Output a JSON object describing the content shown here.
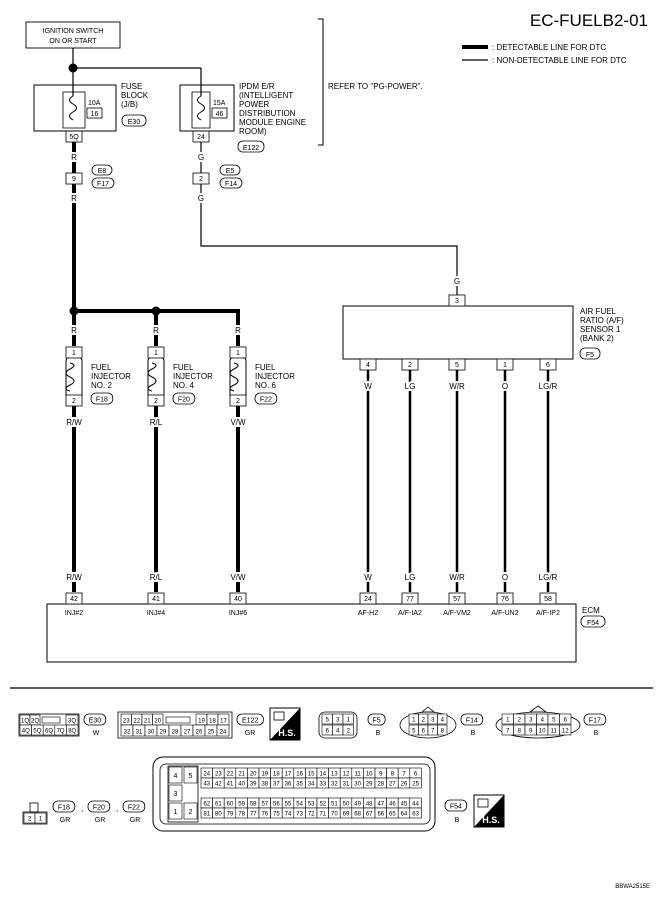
{
  "title": "EC-FUELB2-01",
  "legend": {
    "detectable": ": DETECTABLE LINE FOR DTC",
    "non_detectable": ": NON-DETECTABLE LINE FOR DTC"
  },
  "ignition_switch": {
    "line1": "IGNITION SWITCH",
    "line2": "ON OR START"
  },
  "refer_note": "REFER TO \"PG-POWER\".",
  "fuse_block": {
    "label": [
      "FUSE",
      "BLOCK",
      "(J/B)"
    ],
    "amp": "10A",
    "number": "16",
    "connector": "E30",
    "terminal": "5Q"
  },
  "ipdm": {
    "label": [
      "IPDM E/R",
      "(INTELLIGENT",
      "POWER",
      "DISTRIBUTION",
      "MODULE ENGINE",
      "ROOM)"
    ],
    "amp": "15A",
    "number": "46",
    "terminal": "24",
    "connector": "E122"
  },
  "wires": {
    "r": "R",
    "g": "G",
    "rw": "R/W",
    "rl": "R/L",
    "vw": "V/W",
    "w": "W",
    "lg": "LG",
    "wr": "W/R",
    "o": "O",
    "lgr": "LG/R"
  },
  "joint_left": {
    "terminal": "9",
    "conn_a": "E8",
    "conn_b": "F17"
  },
  "joint_right": {
    "terminal": "2",
    "conn_a": "E5",
    "conn_b": "F14"
  },
  "sensor": {
    "label": [
      "AIR FUEL",
      "RATIO (A/F)",
      "SENSOR 1",
      "(BANK 2)"
    ],
    "connector": "F5",
    "top_terminal": "3",
    "terminals": [
      "4",
      "2",
      "5",
      "1",
      "6"
    ]
  },
  "injectors": [
    {
      "name": [
        "FUEL",
        "INJECTOR",
        "NO. 2"
      ],
      "connector": "F18",
      "top": "1",
      "bottom": "2"
    },
    {
      "name": [
        "FUEL",
        "INJECTOR",
        "NO. 4"
      ],
      "connector": "F20",
      "top": "1",
      "bottom": "2"
    },
    {
      "name": [
        "FUEL",
        "INJECTOR",
        "NO. 6"
      ],
      "connector": "F22",
      "top": "1",
      "bottom": "2"
    }
  ],
  "ecm": {
    "label": "ECM",
    "connector": "F54",
    "terminals": [
      {
        "num": "42",
        "name": "INJ#2"
      },
      {
        "num": "41",
        "name": "INJ#4"
      },
      {
        "num": "40",
        "name": "INJ#6"
      },
      {
        "num": "24",
        "name": "AF-H2"
      },
      {
        "num": "77",
        "name": "A/F-IA2"
      },
      {
        "num": "57",
        "name": "A/F-VM2"
      },
      {
        "num": "76",
        "name": "A/F-UN2"
      },
      {
        "num": "58",
        "name": "A/F-IP2"
      }
    ]
  },
  "connector_views": {
    "e30": {
      "id": "E30",
      "color": "W",
      "top": [
        "1Q",
        "2Q",
        "3Q"
      ],
      "bottom": [
        "4Q",
        "5Q",
        "6Q",
        "7Q",
        "8Q"
      ]
    },
    "e122": {
      "id": "E122",
      "color": "GR",
      "top": [
        "23",
        "22",
        "21",
        "20",
        "19",
        "18",
        "17"
      ],
      "bottom": [
        "32",
        "31",
        "30",
        "29",
        "28",
        "27",
        "26",
        "25",
        "24"
      ]
    },
    "f5": {
      "id": "F5",
      "color": "B",
      "top": [
        "5",
        "3",
        "1"
      ],
      "bottom": [
        "6",
        "4",
        "2"
      ]
    },
    "f14": {
      "id": "F14",
      "color": "B",
      "top": [
        "1",
        "2",
        "3",
        "4"
      ],
      "bottom": [
        "5",
        "6",
        "7",
        "8"
      ]
    },
    "f17": {
      "id": "F17",
      "color": "B",
      "top": [
        "1",
        "2",
        "3",
        "4",
        "5",
        "6"
      ],
      "bottom": [
        "7",
        "8",
        "9",
        "10",
        "11",
        "12"
      ]
    },
    "inj": {
      "ids": [
        "F18",
        "F20",
        "F22"
      ],
      "color": "GR",
      "pins": [
        "2",
        "1"
      ],
      "sep": ","
    },
    "f54": {
      "id": "F54",
      "color": "B",
      "big": [
        "4",
        "5",
        "3",
        "1",
        "2"
      ],
      "rows": [
        [
          "24",
          "23",
          "22",
          "21",
          "20",
          "19",
          "18",
          "17",
          "16",
          "15",
          "14",
          "13",
          "12",
          "11",
          "10",
          "9",
          "8",
          "7",
          "6"
        ],
        [
          "43",
          "42",
          "41",
          "40",
          "39",
          "38",
          "37",
          "36",
          "35",
          "34",
          "33",
          "32",
          "31",
          "30",
          "29",
          "28",
          "27",
          "26",
          "25"
        ],
        [
          "62",
          "61",
          "60",
          "59",
          "58",
          "57",
          "56",
          "55",
          "54",
          "53",
          "52",
          "51",
          "50",
          "49",
          "48",
          "47",
          "46",
          "45",
          "44"
        ],
        [
          "81",
          "80",
          "79",
          "78",
          "77",
          "76",
          "75",
          "74",
          "73",
          "72",
          "71",
          "70",
          "69",
          "68",
          "67",
          "66",
          "65",
          "64",
          "63"
        ]
      ]
    }
  },
  "hs_label": "H.S.",
  "code": "BBWA2515E"
}
